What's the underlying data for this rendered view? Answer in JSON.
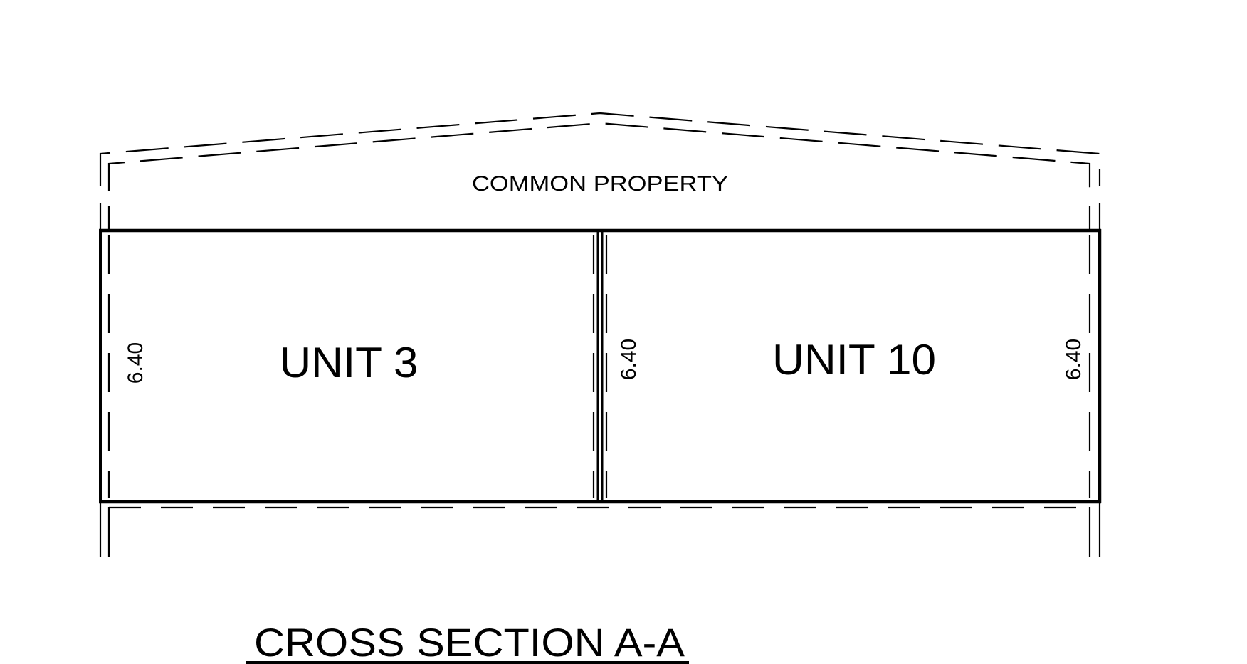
{
  "drawing": {
    "title": "CROSS SECTION A-A",
    "roof_label": "COMMON PROPERTY",
    "roof_label_words": [
      "COMMON",
      "PROPERTY"
    ],
    "units": [
      {
        "label": "UNIT 3",
        "height_dimension": "6.40"
      },
      {
        "label": "UNIT 10",
        "height_dimension": "6.40"
      }
    ],
    "dimensions": {
      "left_wall": "6.40",
      "center_wall": "6.40",
      "right_wall": "6.40"
    },
    "line_color": "#000000",
    "background_color": "#ffffff"
  }
}
